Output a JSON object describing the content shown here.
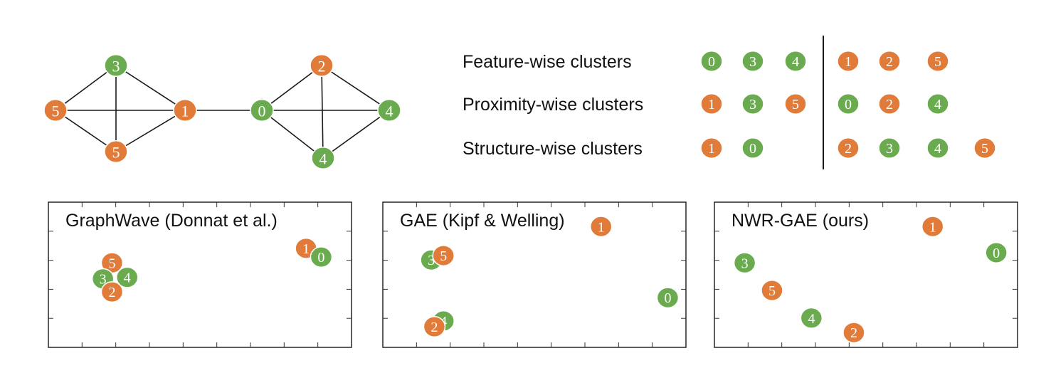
{
  "colors": {
    "orange": "#E07B39",
    "green": "#6AAB4F",
    "edge": "#1a1a1a",
    "axis": "#333333"
  },
  "graph": {
    "nodes": [
      {
        "id": "g-3-top",
        "label": "3",
        "color": "orange_or_green",
        "group": "green"
      },
      {
        "id": "g-5-left",
        "label": "5",
        "group": "orange"
      },
      {
        "id": "g-1-mid",
        "label": "1",
        "group": "orange"
      },
      {
        "id": "g-5-bottom",
        "label": "5",
        "group": "orange"
      },
      {
        "id": "g-0-mid",
        "label": "0",
        "group": "green"
      },
      {
        "id": "g-2-top",
        "label": "2",
        "group": "orange"
      },
      {
        "id": "g-4-right",
        "label": "4",
        "group": "green"
      },
      {
        "id": "g-4-bottom",
        "label": "4",
        "group": "green"
      }
    ]
  },
  "clusters": {
    "rows": [
      {
        "label": "Feature-wise clusters",
        "left": [
          {
            "n": "0",
            "c": "green"
          },
          {
            "n": "3",
            "c": "green"
          },
          {
            "n": "4",
            "c": "green"
          }
        ],
        "right": [
          {
            "n": "1",
            "c": "orange"
          },
          {
            "n": "2",
            "c": "orange"
          },
          {
            "n": "5",
            "c": "orange"
          }
        ]
      },
      {
        "label": "Proximity-wise clusters",
        "left": [
          {
            "n": "1",
            "c": "orange"
          },
          {
            "n": "3",
            "c": "green"
          },
          {
            "n": "5",
            "c": "orange"
          }
        ],
        "right": [
          {
            "n": "0",
            "c": "green"
          },
          {
            "n": "2",
            "c": "orange"
          },
          {
            "n": "4",
            "c": "green"
          }
        ]
      },
      {
        "label": "Structure-wise clusters",
        "left": [
          {
            "n": "1",
            "c": "orange"
          },
          {
            "n": "0",
            "c": "green"
          }
        ],
        "right": [
          {
            "n": "2",
            "c": "orange"
          },
          {
            "n": "3",
            "c": "green"
          },
          {
            "n": "4",
            "c": "green"
          },
          {
            "n": "5",
            "c": "orange"
          }
        ]
      }
    ]
  },
  "panels": [
    {
      "title": "GraphWave (Donnat et al.)",
      "points": [
        {
          "n": "5",
          "c": "orange",
          "x": 0.21,
          "y": 0.32
        },
        {
          "n": "3",
          "c": "green",
          "x": 0.18,
          "y": 0.43
        },
        {
          "n": "4",
          "c": "green",
          "x": 0.26,
          "y": 0.42
        },
        {
          "n": "2",
          "c": "orange",
          "x": 0.21,
          "y": 0.52
        },
        {
          "n": "1",
          "c": "orange",
          "x": 0.85,
          "y": 0.22
        },
        {
          "n": "0",
          "c": "green",
          "x": 0.9,
          "y": 0.28
        }
      ]
    },
    {
      "title": "GAE (Kipf & Welling)",
      "points": [
        {
          "n": "1",
          "c": "orange",
          "x": 0.72,
          "y": 0.07
        },
        {
          "n": "3",
          "c": "green",
          "x": 0.16,
          "y": 0.3
        },
        {
          "n": "5",
          "c": "orange",
          "x": 0.2,
          "y": 0.27
        },
        {
          "n": "4",
          "c": "green",
          "x": 0.2,
          "y": 0.72
        },
        {
          "n": "2",
          "c": "orange",
          "x": 0.17,
          "y": 0.76
        },
        {
          "n": "0",
          "c": "green",
          "x": 0.94,
          "y": 0.56
        }
      ]
    },
    {
      "title": "NWR-GAE (ours)",
      "points": [
        {
          "n": "1",
          "c": "orange",
          "x": 0.72,
          "y": 0.07
        },
        {
          "n": "0",
          "c": "green",
          "x": 0.93,
          "y": 0.25
        },
        {
          "n": "3",
          "c": "green",
          "x": 0.1,
          "y": 0.32
        },
        {
          "n": "5",
          "c": "orange",
          "x": 0.19,
          "y": 0.51
        },
        {
          "n": "4",
          "c": "green",
          "x": 0.32,
          "y": 0.7
        },
        {
          "n": "2",
          "c": "orange",
          "x": 0.46,
          "y": 0.8
        }
      ]
    }
  ]
}
